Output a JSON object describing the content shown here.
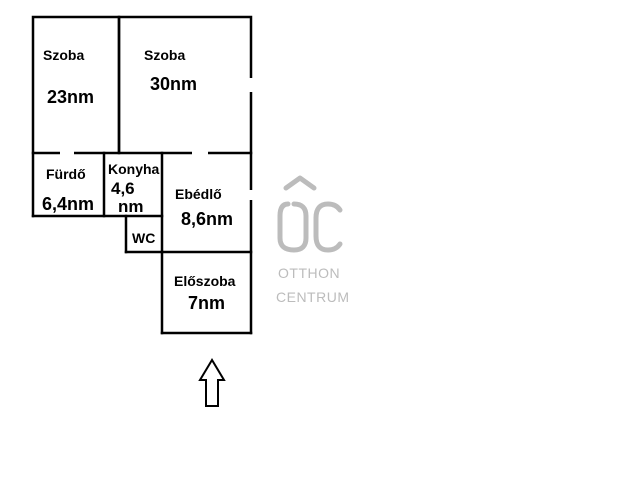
{
  "rooms": {
    "szoba1": {
      "name": "Szoba",
      "area": "23nm"
    },
    "szoba2": {
      "name": "Szoba",
      "area": "30nm"
    },
    "furdo": {
      "name": "Fürdő",
      "area": "6,4nm"
    },
    "konyha": {
      "name": "Konyha",
      "area_line1": "4,6",
      "area_line2": "nm"
    },
    "ebedlo": {
      "name": "Ebédlő",
      "area": "8,6nm"
    },
    "wc": {
      "name": "WC"
    },
    "eloszoba": {
      "name": "Előszoba",
      "area": "7nm"
    }
  },
  "watermark": {
    "logo_letters": "ÖC",
    "line1": "OTTHON",
    "line2": "CENTRUM",
    "color": "#bcbcbc"
  },
  "entrance": {
    "icon": "up-arrow-icon"
  },
  "colors": {
    "wall": "#000000",
    "background": "#ffffff"
  }
}
